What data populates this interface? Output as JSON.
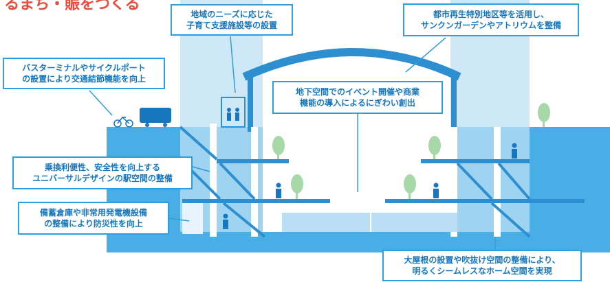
{
  "heading_partial": "るまち・賑をつくる",
  "colors": {
    "ground": "#4aaee6",
    "underground": "#9fd3f2",
    "tower": "#cfe8f8",
    "slab": "#2d8fd0",
    "train": "#b9def5",
    "tree": "#a7d8a8",
    "person": "#1677bf",
    "border": "#2d9fde",
    "text": "#1677bf"
  },
  "callouts": {
    "childcare": {
      "line1": "地域のニーズに応じた",
      "line2": "子育て支援施設等の設置"
    },
    "sunken": {
      "line1": "都市再生特別地区等を活用し、",
      "line2": "サンクンガーデンやアトリウムを整備"
    },
    "bus": {
      "line1": "バスターミナルやサイクルポート",
      "line2": "の設置により交通結節機能を向上"
    },
    "event": {
      "line1": "地下空間でのイベント開催や商業",
      "line2": "機能の導入によるにぎわい創出"
    },
    "universal": {
      "line1": "乗換利便性、安全性を向上する",
      "line2": "ユニバーサルデザインの駅空間の整備"
    },
    "disaster": {
      "line1": "備蓄倉庫や非常用発電機設備",
      "line2": "の整備により防災性を向上"
    },
    "roof": {
      "line1": "大屋根の設置や吹抜け空間の整備により、",
      "line2": "明るくシームレスなホーム空間を実現"
    }
  }
}
